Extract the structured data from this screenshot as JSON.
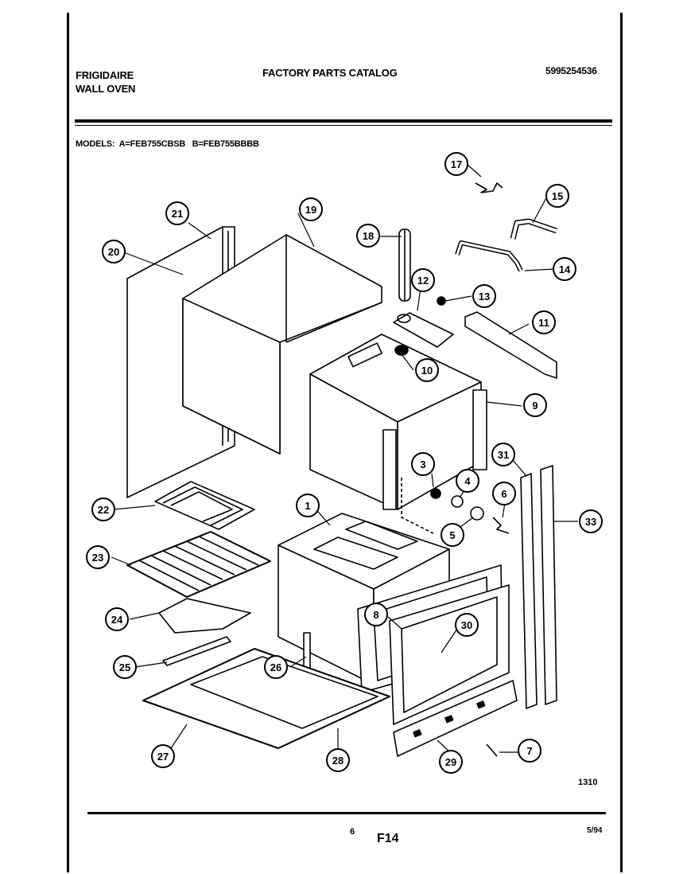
{
  "header": {
    "brand": "FRIGIDAIRE",
    "product": "WALL OVEN",
    "title": "FACTORY PARTS CATALOG",
    "catalog_number": "5995254536",
    "models": "MODELS:  A=FEB755CBSB   B=FEB755BBBB"
  },
  "callouts": [
    "1",
    "3",
    "4",
    "5",
    "6",
    "7",
    "8",
    "9",
    "10",
    "11",
    "12",
    "13",
    "14",
    "15",
    "17",
    "18",
    "19",
    "20",
    "21",
    "22",
    "23",
    "24",
    "25",
    "26",
    "27",
    "28",
    "29",
    "30",
    "31",
    "33"
  ],
  "figure_code": "1310",
  "footer": {
    "page": "6",
    "section": "F14",
    "date": "5/94"
  }
}
